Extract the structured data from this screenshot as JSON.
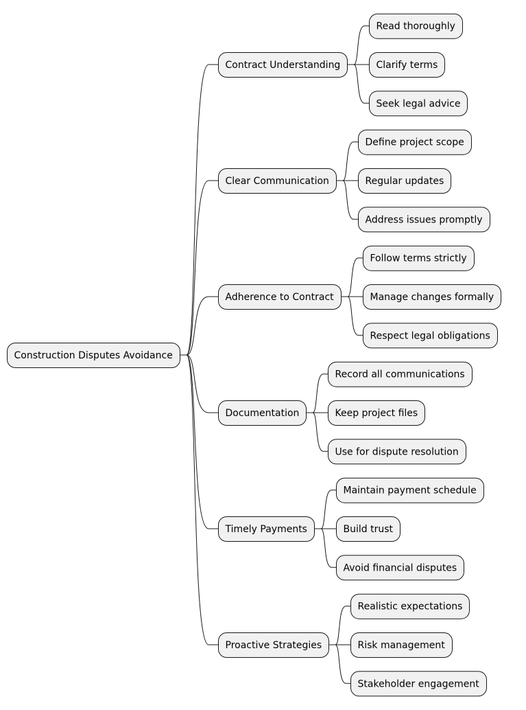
{
  "mindmap": {
    "root": {
      "label": "Construction Disputes Avoidance"
    },
    "branches": [
      {
        "label": "Contract Understanding",
        "children": [
          "Read thoroughly",
          "Clarify terms",
          "Seek legal advice"
        ]
      },
      {
        "label": "Clear Communication",
        "children": [
          "Define project scope",
          "Regular updates",
          "Address issues promptly"
        ]
      },
      {
        "label": "Adherence to Contract",
        "children": [
          "Follow terms strictly",
          "Manage changes formally",
          "Respect legal obligations"
        ]
      },
      {
        "label": "Documentation",
        "children": [
          "Record all communications",
          "Keep project files",
          "Use for dispute resolution"
        ]
      },
      {
        "label": "Timely Payments",
        "children": [
          "Maintain payment schedule",
          "Build trust",
          "Avoid financial disputes"
        ]
      },
      {
        "label": "Proactive Strategies",
        "children": [
          "Realistic expectations",
          "Risk management",
          "Stakeholder engagement"
        ]
      }
    ],
    "colors": {
      "node_fill": "#f1f1f1",
      "node_stroke": "#181818",
      "edge": "#181818",
      "text": "#000000",
      "background": "#ffffff"
    }
  }
}
